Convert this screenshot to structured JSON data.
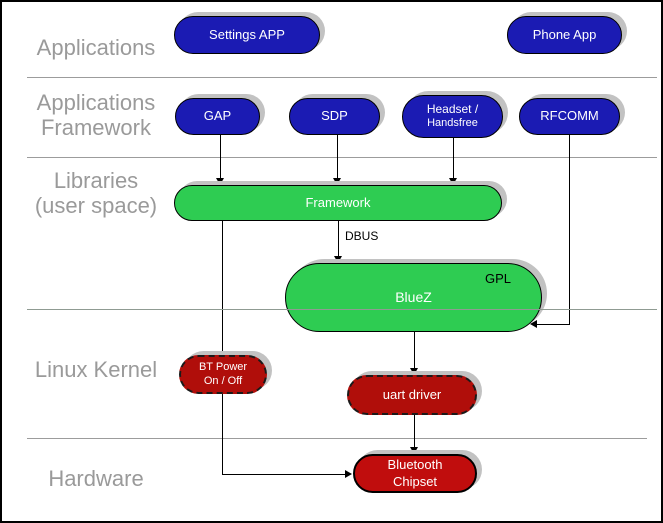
{
  "layers": {
    "applications": {
      "line1": "Applications"
    },
    "app_framework": {
      "line1": "Applications",
      "line2": "Framework"
    },
    "libraries": {
      "line1": "Libraries",
      "line2": "(user space)"
    },
    "linux_kernel": {
      "line1": "Linux Kernel"
    },
    "hardware": {
      "line1": "Hardware"
    }
  },
  "nodes": {
    "settings_app": {
      "label": "Settings APP"
    },
    "phone_app": {
      "label": "Phone App"
    },
    "gap": {
      "label": "GAP"
    },
    "sdp": {
      "label": "SDP"
    },
    "headset": {
      "line1": "Headset /",
      "line2": "Handsfree"
    },
    "rfcomm": {
      "label": "RFCOMM"
    },
    "framework": {
      "label": "Framework"
    },
    "bluez": {
      "label": "BlueZ",
      "badge": "GPL"
    },
    "bt_power": {
      "line1": "BT Power",
      "line2": "On / Off"
    },
    "uart_driver": {
      "label": "uart driver"
    },
    "bluetooth_chipset": {
      "line1": "Bluetooth",
      "line2": "Chipset"
    }
  },
  "edge_labels": {
    "dbus": "DBUS"
  },
  "edges": [
    {
      "from": "gap",
      "to": "framework"
    },
    {
      "from": "sdp",
      "to": "framework"
    },
    {
      "from": "headset",
      "to": "framework"
    },
    {
      "from": "rfcomm",
      "to": "bluez"
    },
    {
      "from": "framework",
      "to": "bluez",
      "label": "DBUS"
    },
    {
      "from": "framework",
      "to": "bluetooth_chipset",
      "via": "bt_power"
    },
    {
      "from": "bluez",
      "to": "uart_driver"
    },
    {
      "from": "uart_driver",
      "to": "bluetooth_chipset"
    }
  ],
  "colors": {
    "app_blue": "#1b1bb3",
    "lib_green": "#2ecc52",
    "kernel_red": "#b00e0a",
    "hw_red": "#c00d0d",
    "label_gray": "#9a9a9a",
    "divider_gray": "#9c9c9c",
    "shadow_gray": "#c2c2c2",
    "line_black": "#000000"
  }
}
